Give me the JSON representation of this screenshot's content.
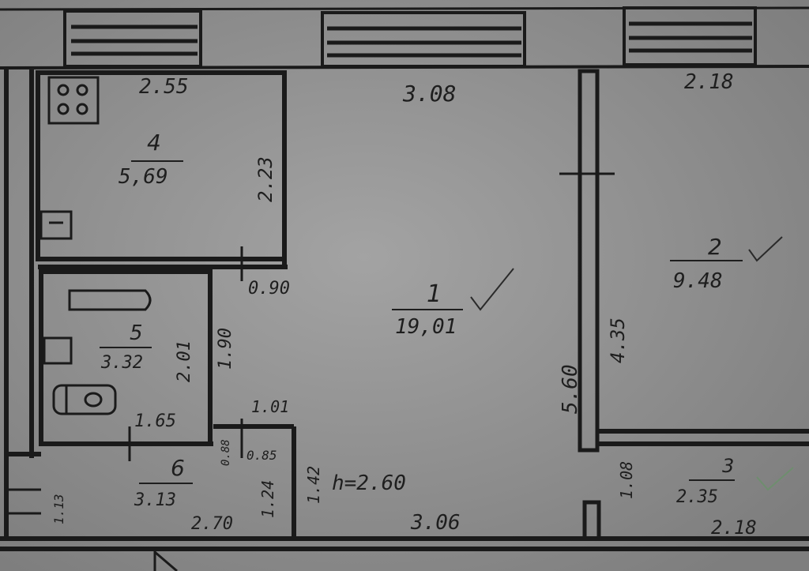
{
  "rooms": {
    "kitchen": {
      "number": "4",
      "area": "5,69",
      "width": "2.55",
      "depth": "2.23"
    },
    "living": {
      "number": "1",
      "area": "19,01",
      "width": "3.08",
      "depth": "5.60"
    },
    "bedroom": {
      "number": "2",
      "area": "9.48",
      "width": "2.18",
      "depth": "4.35"
    },
    "bath": {
      "number": "5",
      "area": "3.32",
      "width": "1.65",
      "depth": "2.01"
    },
    "hall": {
      "number": "6",
      "area": "3.13",
      "width": "2.70",
      "depth": "1.24"
    },
    "closet": {
      "number": "3",
      "area": "2.35",
      "width": "2.18",
      "depth": "1.08"
    }
  },
  "dimensions": {
    "bath_door": "0.90",
    "bath_side": "1.90",
    "hall_top": "1.01",
    "hall_side": "1.42",
    "hall_small_a": "0.88",
    "hall_small_b": "0.85",
    "living_bottom": "3.06",
    "ceiling_height": "h=2.60",
    "entrance": "1.13"
  },
  "colors": {
    "wall": "#1a1a1a",
    "paper": "#8e8e8e",
    "ink": "#1e1e1e"
  }
}
